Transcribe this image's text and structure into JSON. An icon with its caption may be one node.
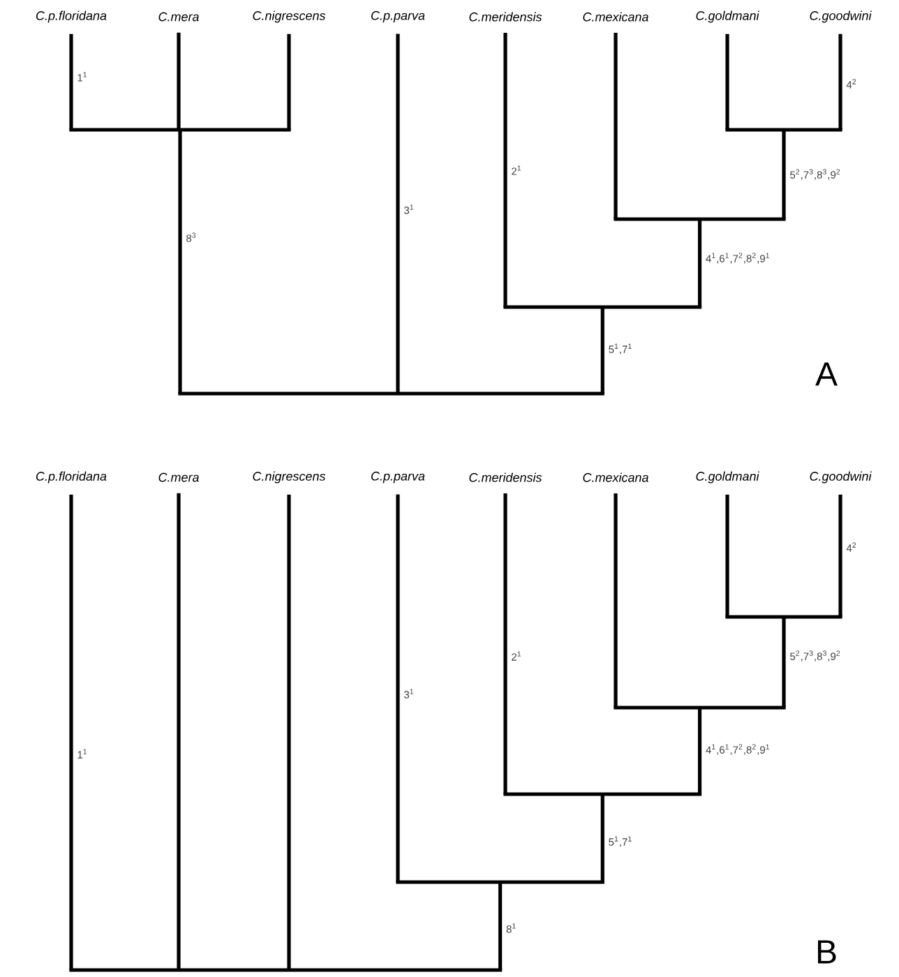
{
  "diagram": {
    "nodes": [
      {
        "text": [
          "C.p.floridana"
        ]
      },
      {
        "text": [
          "C.mera"
        ]
      },
      {
        "text": [
          "C.nigrescens"
        ]
      },
      {
        "text": [
          "C.p.parva"
        ]
      },
      {
        "text": [
          "C.meridensis"
        ]
      },
      {
        "text": [
          "C.mexicana"
        ]
      },
      {
        "text": [
          "C.goldmani"
        ]
      },
      {
        "text": [
          "C.goodwini"
        ]
      },
      {
        "text": [],
        "shape": "bar"
      },
      {
        "text": [],
        "shape": "bar"
      },
      {
        "text": [],
        "shape": "bar"
      },
      {
        "text": [],
        "shape": "bar"
      },
      {
        "text": [],
        "shape": "bar"
      },
      {
        "text": [
          "C.p.floridana"
        ]
      },
      {
        "text": [
          "C.mera"
        ]
      },
      {
        "text": [
          "C.nigrescens"
        ]
      },
      {
        "text": [
          "C.p.parva"
        ]
      },
      {
        "text": [
          "C.meridensis"
        ]
      },
      {
        "text": [
          "C.mexicana"
        ]
      },
      {
        "text": [
          "C.goldmani"
        ]
      },
      {
        "text": [
          "C.goodwini"
        ]
      },
      {
        "text": [],
        "shape": "bar"
      },
      {
        "text": [],
        "shape": "bar"
      },
      {
        "text": [],
        "shape": "bar"
      },
      {
        "text": [],
        "shape": "bar"
      },
      {
        "text": [],
        "shape": "bar"
      }
    ],
    "edges": [
      {
        "from": 8,
        "to": 0,
        "arrow": "none",
        "label": "1$^{1}$"
      },
      {
        "from": 8,
        "to": 1,
        "arrow": "none"
      },
      {
        "from": 8,
        "to": 2,
        "arrow": "none"
      },
      {
        "from": 12,
        "to": 8,
        "arrow": "none",
        "label": "8$^{3}$"
      },
      {
        "from": 12,
        "to": 3,
        "arrow": "none",
        "label": "3$^{1}$"
      },
      {
        "from": 12,
        "to": 11,
        "arrow": "none",
        "label": "5$^{1}$,7$^{1}$"
      },
      {
        "from": 11,
        "to": 4,
        "arrow": "none",
        "label": "2$^{1}$"
      },
      {
        "from": 11,
        "to": 10,
        "arrow": "none",
        "label": "4$^{1}$,6$^{1}$,7$^{2}$,8$^{2}$,9$^{1}$"
      },
      {
        "from": 10,
        "to": 5,
        "arrow": "none"
      },
      {
        "from": 10,
        "to": 9,
        "arrow": "none",
        "label": "5$^{2}$,7$^{3}$,8$^{3}$,9$^{2}$"
      },
      {
        "from": 9,
        "to": 6,
        "arrow": "none"
      },
      {
        "from": 9,
        "to": 7,
        "arrow": "none",
        "label": "4$^{2}$"
      },
      {
        "from": 25,
        "to": 13,
        "arrow": "none",
        "label": "1$^{1}$"
      },
      {
        "from": 25,
        "to": 14,
        "arrow": "none"
      },
      {
        "from": 25,
        "to": 15,
        "arrow": "none"
      },
      {
        "from": 25,
        "to": 24,
        "arrow": "none",
        "label": "8$^{1}$"
      },
      {
        "from": 24,
        "to": 16,
        "arrow": "none",
        "label": "3$^{1}$"
      },
      {
        "from": 24,
        "to": 23,
        "arrow": "none",
        "label": "5$^{1}$,7$^{1}$"
      },
      {
        "from": 23,
        "to": 17,
        "arrow": "none",
        "label": "2$^{1}$"
      },
      {
        "from": 23,
        "to": 22,
        "arrow": "none",
        "label": "4$^{1}$,6$^{1}$,7$^{2}$,8$^{2}$,9$^{1}$"
      },
      {
        "from": 22,
        "to": 18,
        "arrow": "none"
      },
      {
        "from": 22,
        "to": 21,
        "arrow": "none",
        "label": "5$^{2}$,7$^{3}$,8$^{3}$,9$^{2}$"
      },
      {
        "from": 21,
        "to": 19,
        "arrow": "none"
      },
      {
        "from": 21,
        "to": 20,
        "arrow": "none",
        "label": "4$^{2}$"
      }
    ],
    "labels": [
      "A",
      "B"
    ]
  }
}
